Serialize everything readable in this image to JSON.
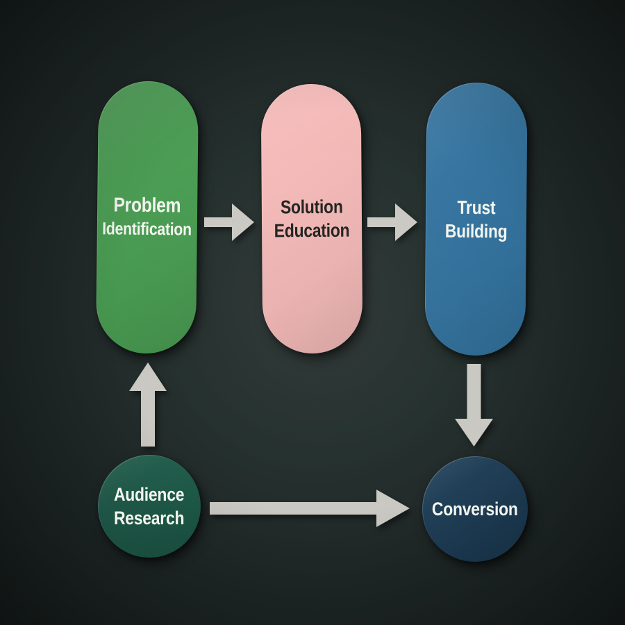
{
  "canvas": {
    "background_color": "#222b2a",
    "description": "Marketing flow diagram with paper cut-out style nodes and arrows"
  },
  "nodes": {
    "problem": {
      "line1": "Problem",
      "line2": "Identification",
      "fill": "#4a9e53",
      "text_color": "#f3f5ef",
      "shape": "pill"
    },
    "solution": {
      "line1": "Solution",
      "line2": "Education",
      "fill": "#f3b8b6",
      "text_color": "#20221f",
      "shape": "pill"
    },
    "trust": {
      "line1": "Trust",
      "line2": "Building",
      "fill": "#33739f",
      "text_color": "#f3f5ef",
      "shape": "pill"
    },
    "audience": {
      "line1": "Audience",
      "line2": "Research",
      "fill": "#1e5c4a",
      "text_color": "#f3f5ef",
      "shape": "circle"
    },
    "conversion": {
      "line1": "Conversion",
      "fill": "#1d3d56",
      "text_color": "#f3f5ef",
      "shape": "circle"
    }
  },
  "arrows": {
    "color": "#c9c8c2",
    "edges": [
      {
        "from": "Audience Research",
        "to": "Problem Identification",
        "direction": "up"
      },
      {
        "from": "Problem Identification",
        "to": "Solution Education",
        "direction": "right"
      },
      {
        "from": "Solution Education",
        "to": "Trust Building",
        "direction": "right"
      },
      {
        "from": "Trust Building",
        "to": "Conversion",
        "direction": "down"
      },
      {
        "from": "Audience Research",
        "to": "Conversion",
        "direction": "right"
      }
    ]
  }
}
